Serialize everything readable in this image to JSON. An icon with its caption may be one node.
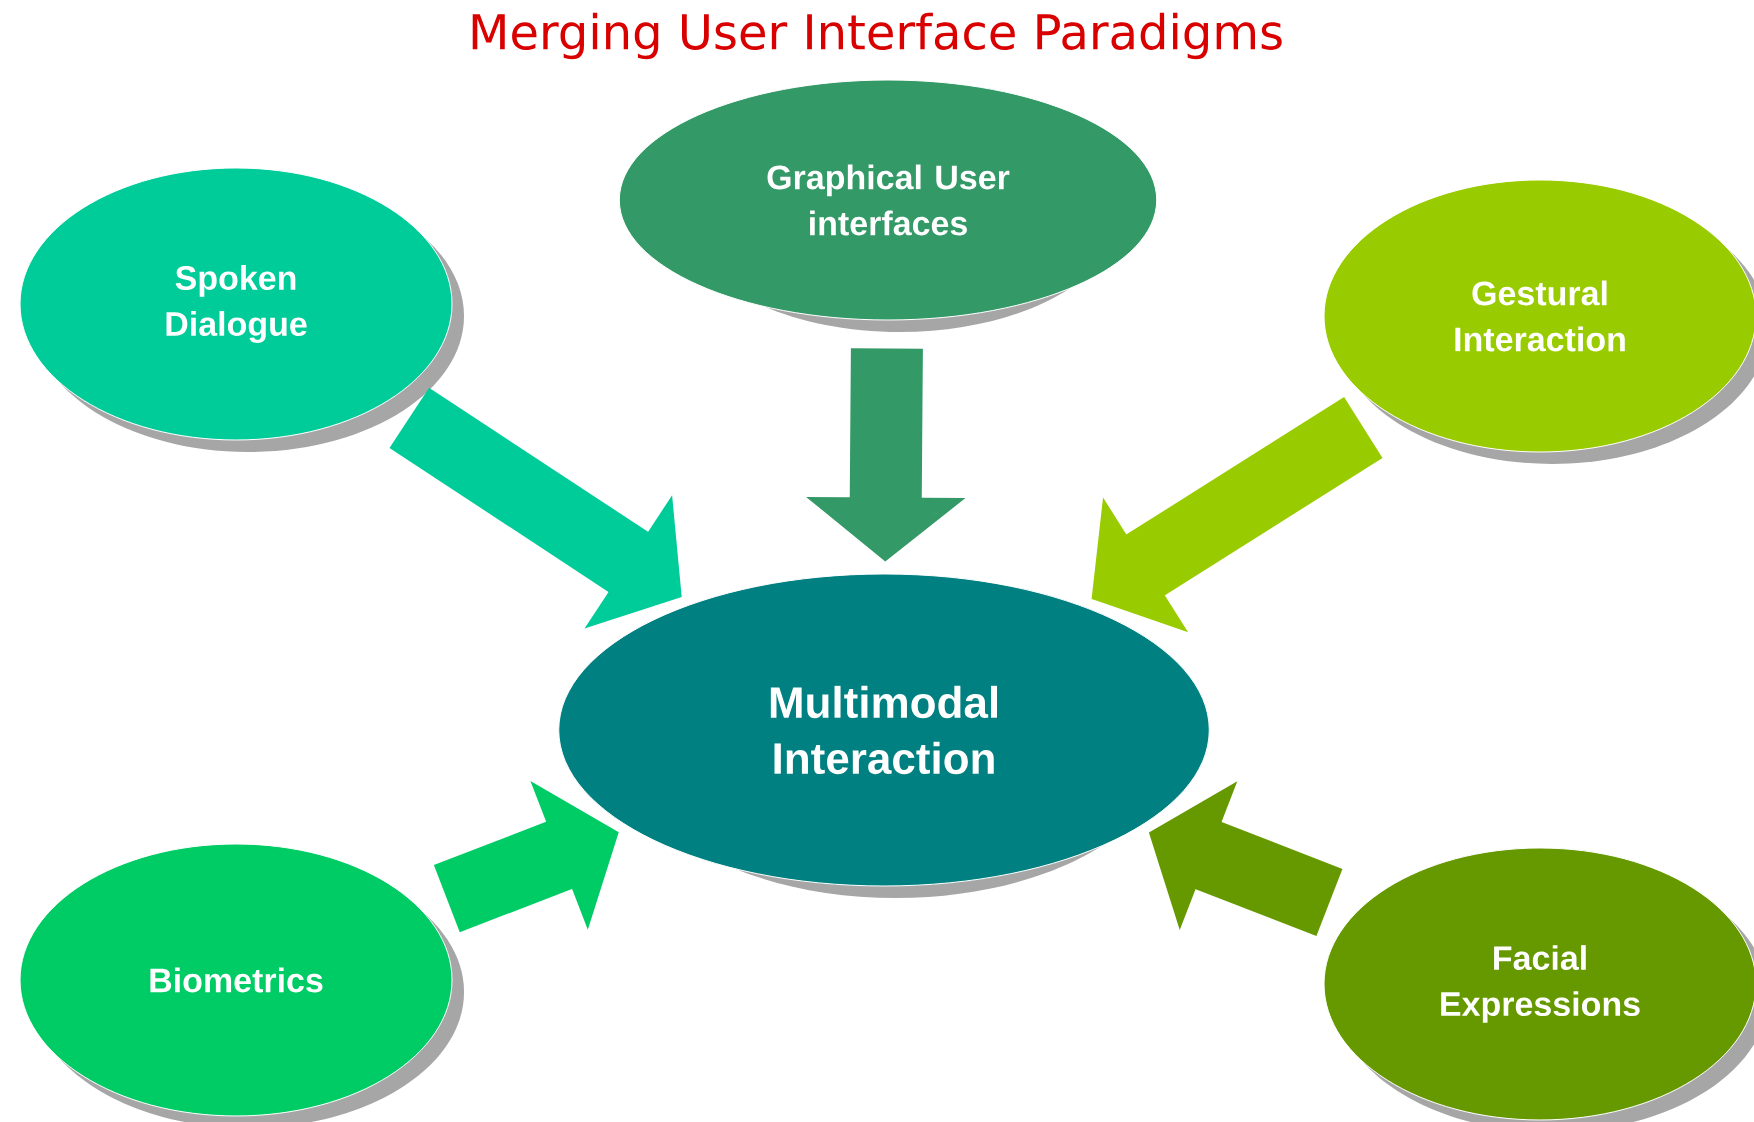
{
  "diagram": {
    "title": "Merging User Interface Paradigms",
    "nodes": [
      {
        "text": [
          "Graphical User interfaces"
        ]
      },
      {
        "text": [
          "Spoken Dialogue"
        ]
      },
      {
        "text": [
          "Gestural Interaction"
        ]
      },
      {
        "text": [
          "Multimodal Interaction"
        ]
      },
      {
        "text": [
          "Biometrics"
        ]
      },
      {
        "text": [
          "Facial Expressions"
        ]
      }
    ],
    "edges": [
      {
        "from": 0,
        "to": 3,
        "arrow": "to",
        "color": "#339966"
      },
      {
        "from": 1,
        "to": 3,
        "arrow": "to",
        "color": "#00cc99"
      },
      {
        "from": 2,
        "to": 3,
        "arrow": "to",
        "color": "#99cc00"
      },
      {
        "from": 4,
        "to": 3,
        "arrow": "to",
        "color": "#00cc66"
      },
      {
        "from": 5,
        "to": 3,
        "arrow": "to",
        "color": "#669900"
      }
    ]
  }
}
